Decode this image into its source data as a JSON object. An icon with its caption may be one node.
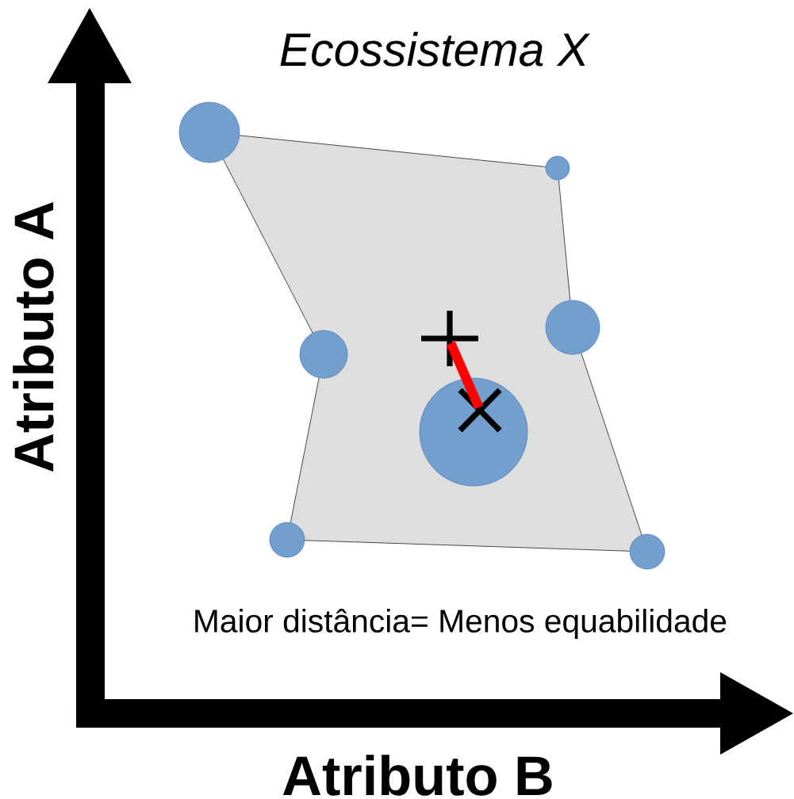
{
  "diagram": {
    "title": "Ecossistema X",
    "nodes": [
      {
        "text": [],
        "shape": "circle"
      },
      {
        "text": [],
        "shape": "circle"
      },
      {
        "text": [],
        "shape": "circle"
      },
      {
        "text": [],
        "shape": "circle"
      },
      {
        "text": [],
        "shape": "circle"
      },
      {
        "text": [],
        "shape": "circle"
      },
      {
        "text": [],
        "shape": "circle"
      },
      {
        "text": [],
        "shape": "cross"
      },
      {
        "text": [],
        "shape": "x",
        "in": 4
      }
    ],
    "edges": [
      {
        "from": 0,
        "to": 1,
        "arrow": "none"
      },
      {
        "from": 1,
        "to": 2,
        "arrow": "none"
      },
      {
        "from": 2,
        "to": 6,
        "arrow": "none"
      },
      {
        "from": 6,
        "to": 5,
        "arrow": "none"
      },
      {
        "from": 5,
        "to": 3,
        "arrow": "none"
      },
      {
        "from": 3,
        "to": 0,
        "arrow": "none"
      },
      {
        "from": 7,
        "to": 8,
        "arrow": "none",
        "style": "thick",
        "color": "#ff0000"
      }
    ],
    "labels": [
      "Atributo A",
      "Atributo B",
      "Maior distância= Menos equabilidade"
    ]
  }
}
